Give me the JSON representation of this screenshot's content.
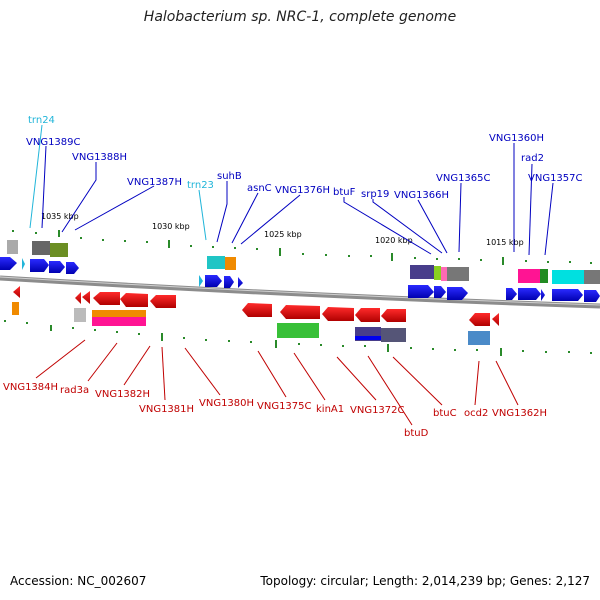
{
  "title": "Halobacterium sp. NRC-1, complete genome",
  "footer": {
    "accession": "Accession: NC_002607",
    "summary": "Topology: circular; Length: 2,014,239 bp; Genes: 2,127"
  },
  "colors": {
    "forward_gene": "#0000ee",
    "reverse_gene": "#ee0000",
    "trna": "#21b5d9",
    "backbone": "#8c8c8c",
    "tick": "#2a8a2a"
  },
  "kbp_labels": [
    "1035 kbp",
    "1030 kbp",
    "1025 kbp",
    "1020 kbp",
    "1015 kbp"
  ],
  "top_labels": [
    "trn24",
    "VNG1389C",
    "VNG1388H",
    "VNG1387H",
    "trn23",
    "suhB",
    "asnC",
    "VNG1376H",
    "btuF",
    "srp19",
    "VNG1366H",
    "VNG1365C",
    "VNG1360H",
    "rad2",
    "VNG1357C"
  ],
  "bottom_labels": [
    "VNG1384H",
    "rad3a",
    "VNG1382H",
    "VNG1381H",
    "VNG1380H",
    "VNG1375C",
    "kinA1",
    "VNG1372C",
    "btuD",
    "btuC",
    "ocd2",
    "VNG1362H"
  ]
}
